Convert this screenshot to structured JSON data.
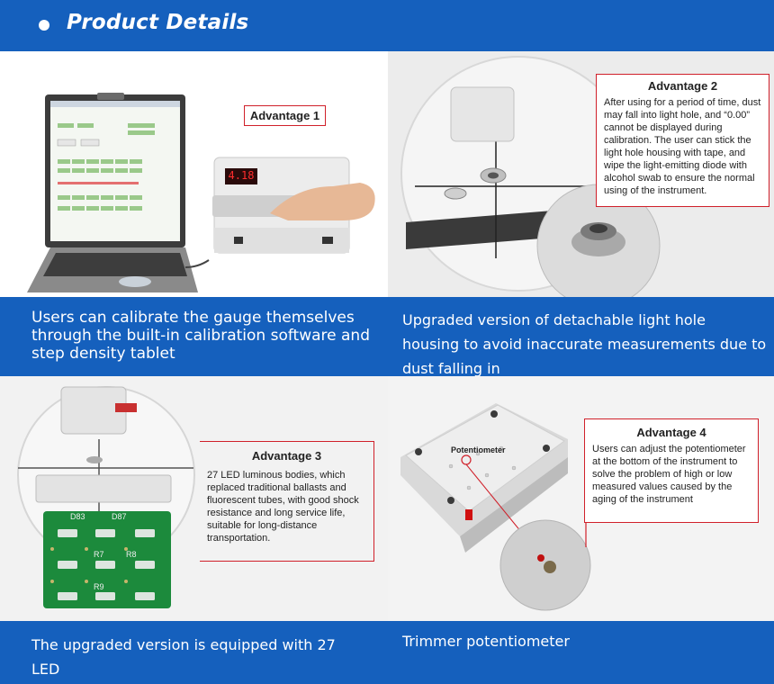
{
  "header": {
    "title": "Product Details"
  },
  "panels": {
    "p1": {
      "caption": "Users can calibrate the gauge themselves through the built-in calibration software and step density tablet",
      "advantage_label": "Advantage 1",
      "device_display": "4.18"
    },
    "p2": {
      "caption": "Upgraded version of detachable light hole housing to avoid inaccurate measurements due to dust falling in",
      "advantage_title": "Advantage 2",
      "advantage_text": "After using for a period of time, dust may fall into light hole, and “0.00” cannot be displayed during calibration. The user can stick the light hole housing with tape, and wipe the light-emitting diode with alcohol swab to ensure the normal using of the instrument."
    },
    "p3": {
      "caption": "The upgraded version is equipped with 27 LED",
      "advantage_title": "Advantage 3",
      "advantage_text": "27 LED luminous bodies, which replaced traditional ballasts and fluorescent tubes, with good shock resistance and long service life, suitable for long-distance transportation.",
      "pcb_labels": [
        "D83",
        "D87",
        "R7",
        "R8",
        "R9"
      ]
    },
    "p4": {
      "caption": "Trimmer potentiometer",
      "advantage_title": "Advantage 4",
      "advantage_text": "Users can adjust the potentiometer at the bottom of the instrument to solve the problem of high or low measured values caused by the aging of the instrument",
      "potentiometer_label": "Potentiometer"
    }
  },
  "colors": {
    "brand_blue": "#1560bd",
    "accent_red": "#d0202a"
  }
}
